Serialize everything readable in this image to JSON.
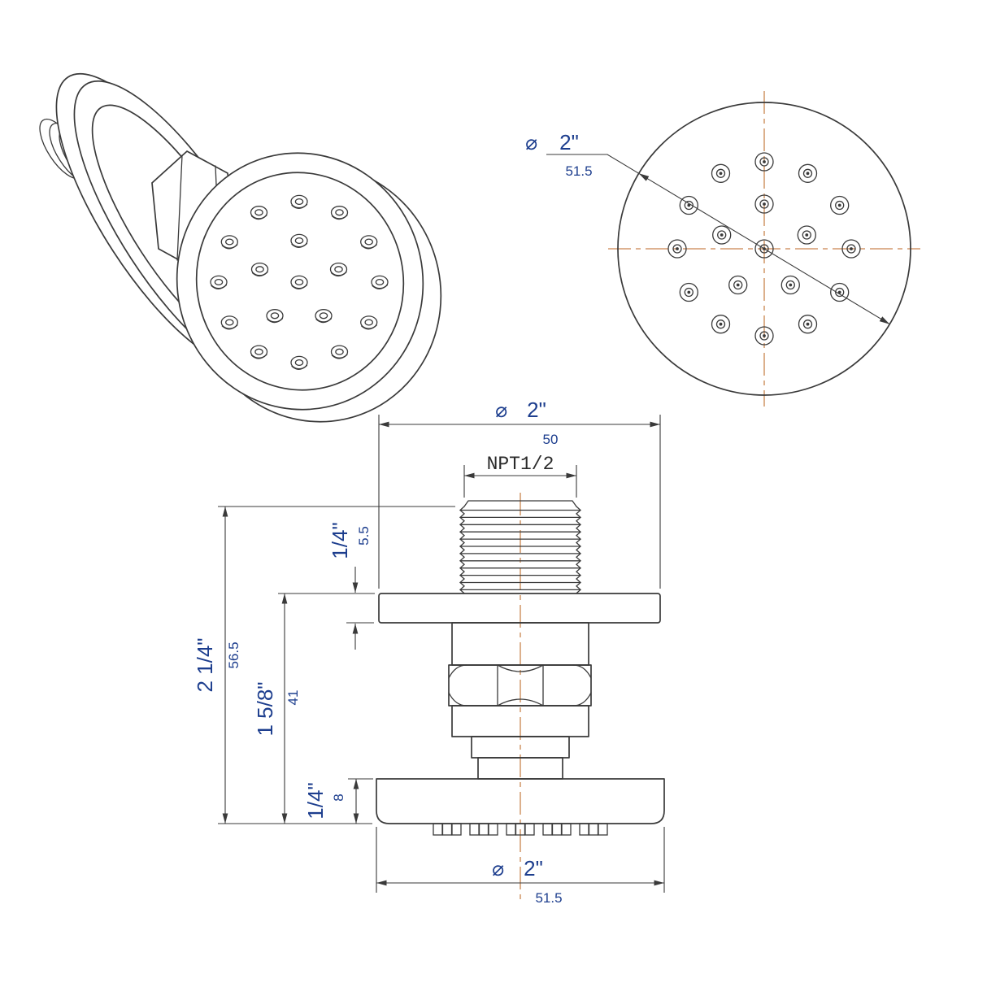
{
  "drawing": {
    "colors": {
      "line": "#3a3a3a",
      "dimension_text": "#1d3e8e",
      "centerline": "#c9854f"
    },
    "front_view": {
      "diameter": {
        "symbol": "⌀",
        "inch": "2\"",
        "mm": "51.5"
      }
    },
    "side_view": {
      "top_diameter": {
        "symbol": "⌀",
        "inch": "2\"",
        "mm": "50"
      },
      "thread_label": "NPT1/2",
      "flange_thickness": {
        "inch": "1/4\"",
        "mm": "5.5"
      },
      "overall_height": {
        "inch": "2 1/4\"",
        "mm": "56.5"
      },
      "body_height": {
        "inch": "1 5/8\"",
        "mm": "41"
      },
      "face_thickness": {
        "inch": "1/4\"",
        "mm": "8"
      },
      "bottom_diameter": {
        "symbol": "⌀",
        "inch": "2\"",
        "mm": "51.5"
      }
    }
  }
}
